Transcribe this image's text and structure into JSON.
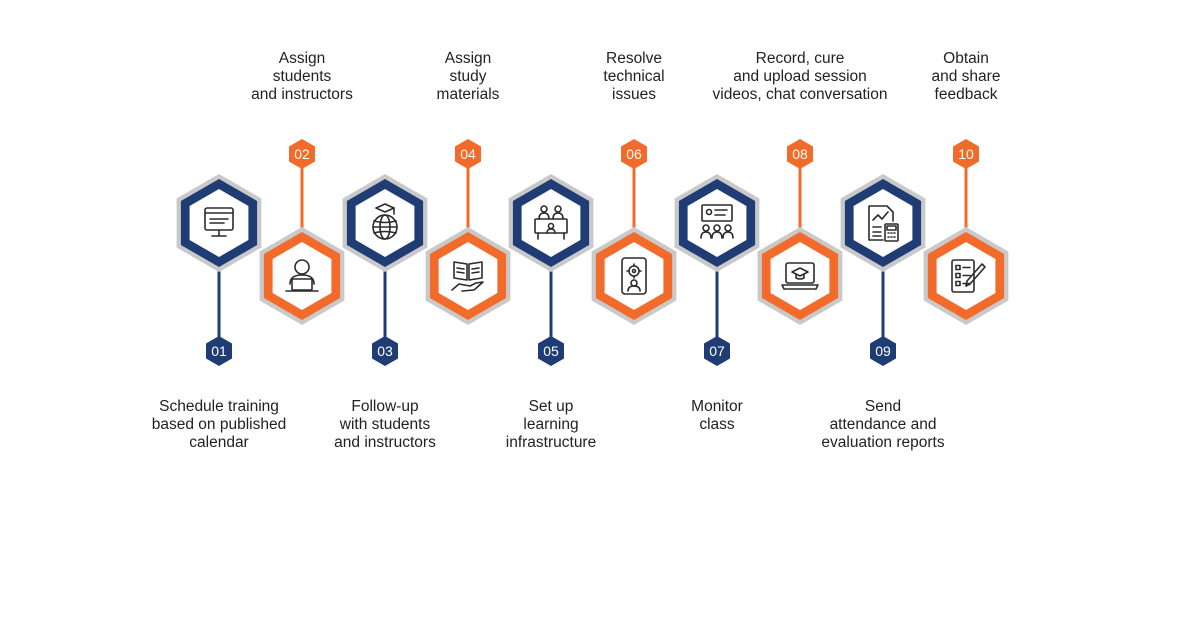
{
  "colors": {
    "navy": "#1f3c75",
    "orange": "#f26b2a",
    "ring": "#c9c9c9",
    "icon": "#2b2b2b",
    "text": "#222222"
  },
  "steps": [
    {
      "number": "01",
      "lines": [
        "Schedule training",
        "based on published",
        "calendar"
      ],
      "icon": "computer-screen-icon",
      "position": "bottom",
      "color": "navy"
    },
    {
      "number": "02",
      "lines": [
        "Assign",
        "students",
        "and instructors"
      ],
      "icon": "person-laptop-icon",
      "position": "top",
      "color": "orange"
    },
    {
      "number": "03",
      "lines": [
        "Follow-up",
        "with students",
        "and instructors"
      ],
      "icon": "globe-graduation-cap-icon",
      "position": "bottom",
      "color": "navy"
    },
    {
      "number": "04",
      "lines": [
        "Assign",
        "study",
        "materials"
      ],
      "icon": "open-book-hand-icon",
      "position": "top",
      "color": "orange"
    },
    {
      "number": "05",
      "lines": [
        "Set up",
        "learning",
        "infrastructure"
      ],
      "icon": "classroom-icon",
      "position": "bottom",
      "color": "navy"
    },
    {
      "number": "06",
      "lines": [
        "Resolve",
        "technical",
        "issues"
      ],
      "icon": "tablet-gear-icon",
      "position": "top",
      "color": "orange"
    },
    {
      "number": "07",
      "lines": [
        "Monitor",
        "class"
      ],
      "icon": "presentation-audience-icon",
      "position": "bottom",
      "color": "navy"
    },
    {
      "number": "08",
      "lines": [
        "Record, cure",
        "and upload session",
        "videos, chat conversation"
      ],
      "icon": "laptop-graduation-cap-icon",
      "position": "top",
      "color": "orange"
    },
    {
      "number": "09",
      "lines": [
        "Send",
        "attendance and",
        "evaluation reports"
      ],
      "icon": "report-calculator-icon",
      "position": "bottom",
      "color": "navy"
    },
    {
      "number": "10",
      "lines": [
        "Obtain",
        "and share",
        "feedback"
      ],
      "icon": "checklist-pen-icon",
      "position": "top",
      "color": "orange"
    }
  ]
}
